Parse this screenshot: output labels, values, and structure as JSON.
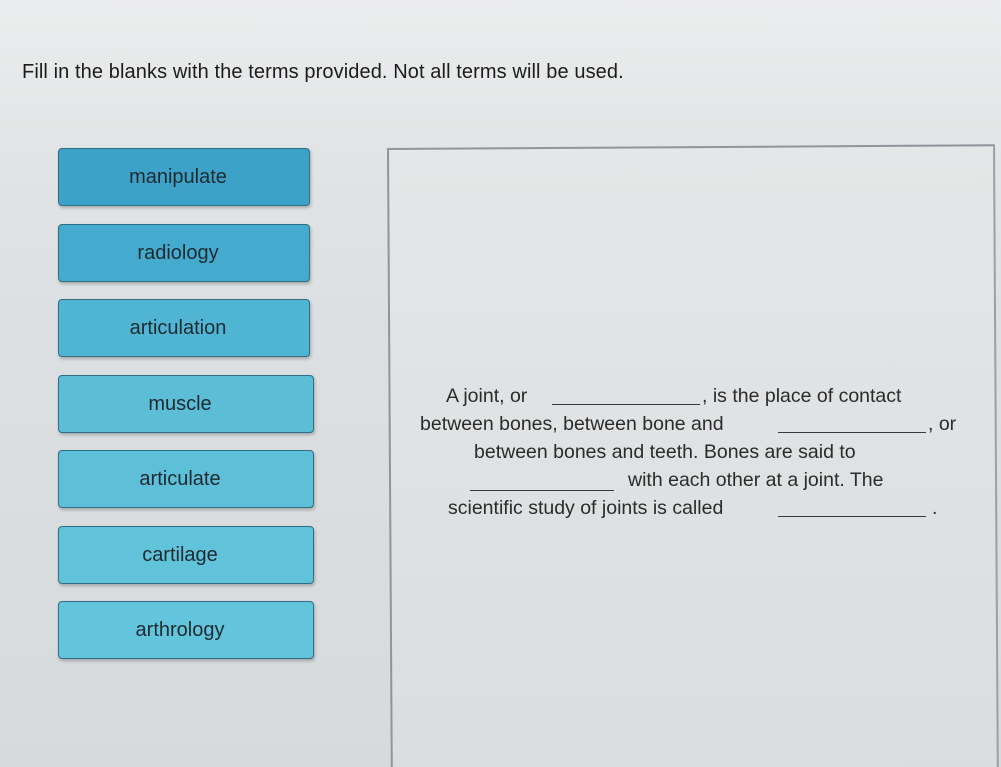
{
  "instructions": "Fill in the blanks with the terms provided.  Not all terms will be used.",
  "terms": [
    {
      "label": "manipulate",
      "color": "#3da2c8"
    },
    {
      "label": "radiology",
      "color": "#45abce"
    },
    {
      "label": "articulation",
      "color": "#4fb5d2"
    },
    {
      "label": "muscle",
      "color": "#5bbdd6"
    },
    {
      "label": "articulate",
      "color": "#5dc0d8"
    },
    {
      "label": "cartilage",
      "color": "#60c3da"
    },
    {
      "label": "arthrology",
      "color": "#63c5db"
    }
  ],
  "passage": {
    "l1a": "A joint, or",
    "l1b": ", is the place of contact",
    "l2a": "between bones, between bone and",
    "l2b": ", or",
    "l3": "between bones and teeth. Bones are said to",
    "l4": "with each other at a joint. The",
    "l5a": "scientific study of joints is called",
    "l5b": "."
  }
}
